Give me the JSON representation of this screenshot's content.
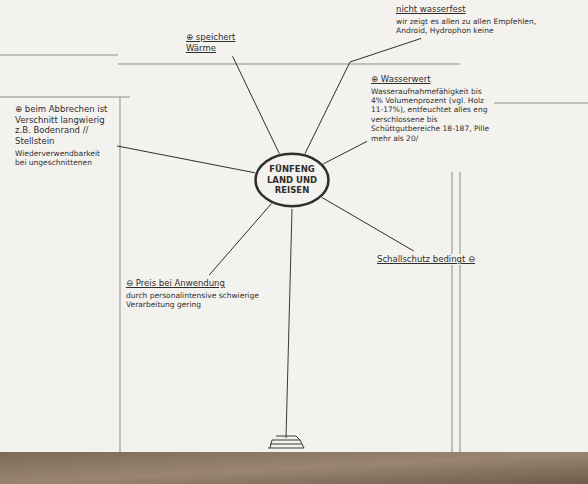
{
  "diagram": {
    "nodes": [
      {
        "text": [
          "nicht wasserfest",
          "wir zeigt es allen zu allen Empfehlen, Android, Hydrophon keine"
        ]
      },
      {
        "text": [
          "⊕ speichert Wärme"
        ]
      },
      {
        "text": [
          "⊕ Wasserwert",
          "Wasseraufnahmefähigkeit bis 4% Volumenprozent (vgl. Holz 11-17%), entfeuchtet alles eng verschlossene bis Schüttgutbereiche 18-187, Pille mehr als 20/"
        ]
      },
      {
        "text": [
          "⊕ beim Abbrechen ist Verschnitt langwierig z.B. Bodenrand // Stellstein",
          "Wiederverwendbarkeit bei ungeschnittenen"
        ]
      },
      {
        "text": [
          "FÜNFENG LAND UND REISEN"
        ]
      },
      {
        "text": [
          "⊖ Preis bei Anwendung",
          "durch personalintensive schwierige Verarbeitung gering"
        ]
      },
      {
        "text": [
          "Schallschutz bedingt ⊖"
        ]
      }
    ],
    "edges": [
      {
        "from": 4,
        "to": 0,
        "arrow": "none"
      },
      {
        "from": 4,
        "to": 1,
        "arrow": "none"
      },
      {
        "from": 4,
        "to": 2,
        "arrow": "none"
      },
      {
        "from": 4,
        "to": 3,
        "arrow": "none"
      },
      {
        "from": 4,
        "to": 5,
        "arrow": "none"
      },
      {
        "from": 4,
        "to": 6,
        "arrow": "none"
      }
    ]
  }
}
